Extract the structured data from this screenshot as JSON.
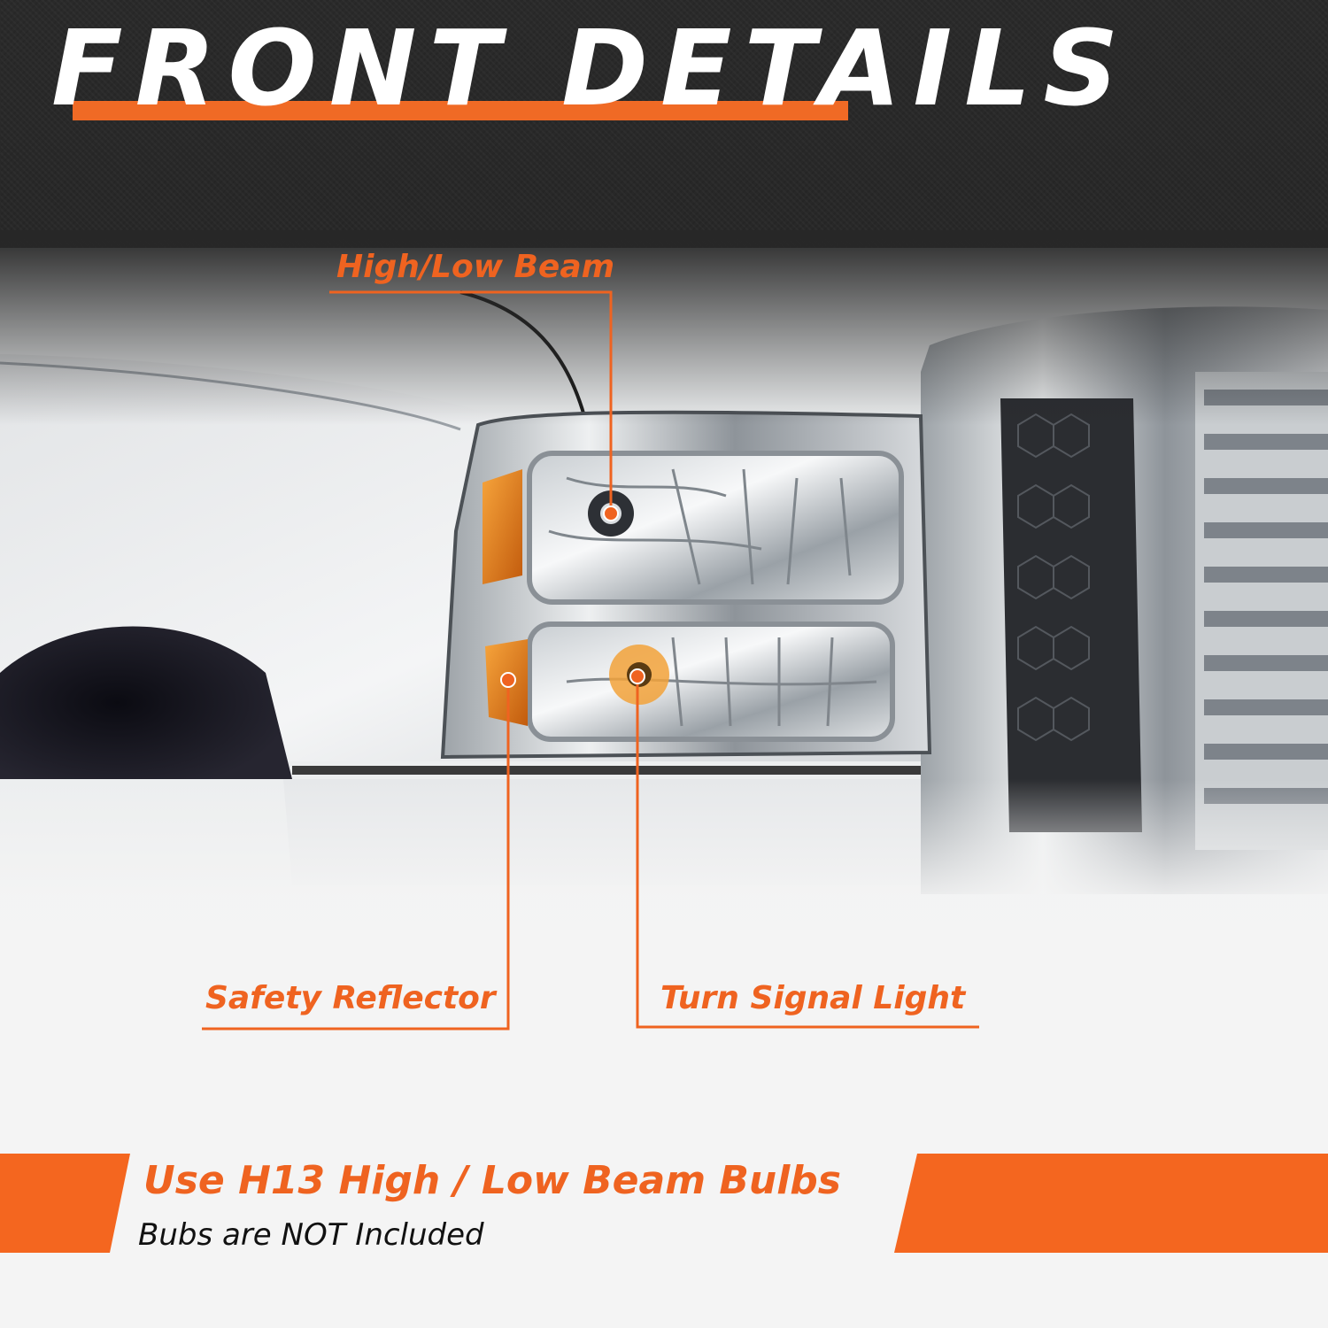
{
  "header": {
    "title": "FRONT DETAILS"
  },
  "callouts": [
    {
      "id": "high-low-beam",
      "label": "High/Low Beam"
    },
    {
      "id": "safety-reflector",
      "label": "Safety Reflector"
    },
    {
      "id": "turn-signal-light",
      "label": "Turn Signal Light"
    }
  ],
  "footer": {
    "heading": "Use H13 High / Low Beam Bulbs",
    "subtext": "Bubs are NOT Included"
  },
  "colors": {
    "accent": "#ef6320",
    "dark": "#272727",
    "text_light": "#ffffff",
    "text_dark": "#111111"
  },
  "image": {
    "subject": "chrome truck headlight assembly with amber reflector, front grille"
  }
}
